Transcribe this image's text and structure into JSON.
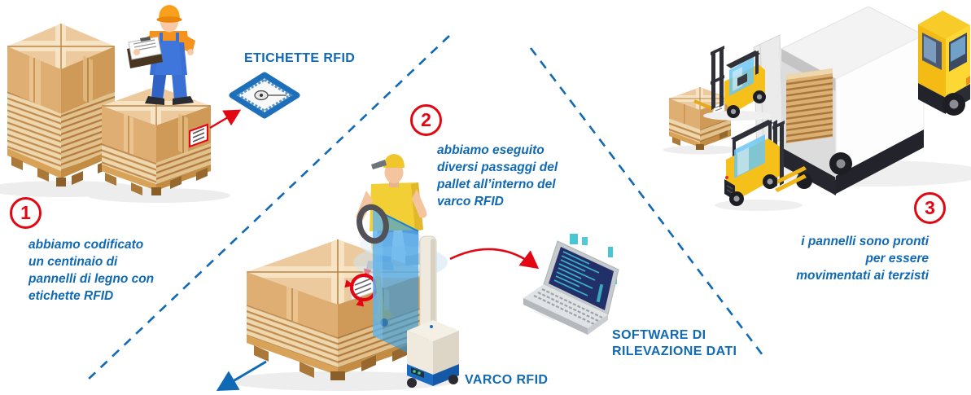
{
  "diagram": {
    "background": "#ffffff",
    "colors": {
      "accent_blue": "#1069b4",
      "accent_red": "#e30613"
    },
    "labels": {
      "etichette_rfid": "ETICHETTE RFID",
      "varco_rfid": "VARCO RFID",
      "software": "SOFTWARE DI\nRILEVAZIONE DATI"
    },
    "steps": [
      {
        "number": "1",
        "caption": "abbiamo codificato\nun centinaio di\npannelli di legno con\netichette RFID"
      },
      {
        "number": "2",
        "caption": "abbiamo eseguito\ndiversi passaggi del\npallet all’interno del\nvarco RFID"
      },
      {
        "number": "3",
        "caption": "i pannelli sono pronti\nper essere\nmovimentati ai terzisti"
      }
    ],
    "scene_objects": [
      "pallet-stacks-with-worker-icon",
      "rfid-tag-icon",
      "pallet-jack-through-rfid-gate-icon",
      "laptop-software-icon",
      "truck-loading-with-forklifts-icon"
    ]
  }
}
